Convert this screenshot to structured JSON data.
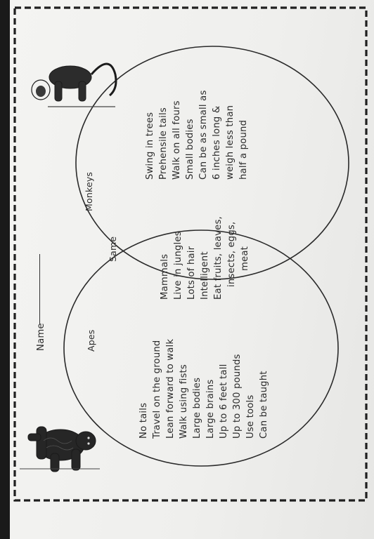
{
  "worksheet": {
    "name_label": "Name",
    "diagram": {
      "type": "venn",
      "sets": [
        {
          "label": "Apes",
          "items": [
            "No tails",
            "Travel on the ground",
            "Lean forward to walk",
            "Walk using fists",
            "Large bodies",
            "Large brains",
            "Up to 6 feet tall",
            "Up to 300 pounds",
            "Use tools",
            "Can be taught"
          ]
        },
        {
          "label": "Monkeys",
          "items": [
            "Swing in trees",
            "Prehensile tails",
            "Walk on all fours",
            "Small bodies",
            "Can be as small as",
            "6 inches long &",
            "weigh less than",
            "half a pound"
          ]
        }
      ],
      "overlap": {
        "label": "Same",
        "items": [
          "Mammals",
          "Live in jungles",
          "Lots of hair",
          "Intelligent",
          "Eat fruits, leaves,",
          "insects, eggs,",
          "meat"
        ]
      }
    },
    "illustrations": [
      {
        "icon": "gorilla-icon",
        "caption": ""
      },
      {
        "icon": "monkey-icon",
        "caption": ""
      }
    ]
  }
}
